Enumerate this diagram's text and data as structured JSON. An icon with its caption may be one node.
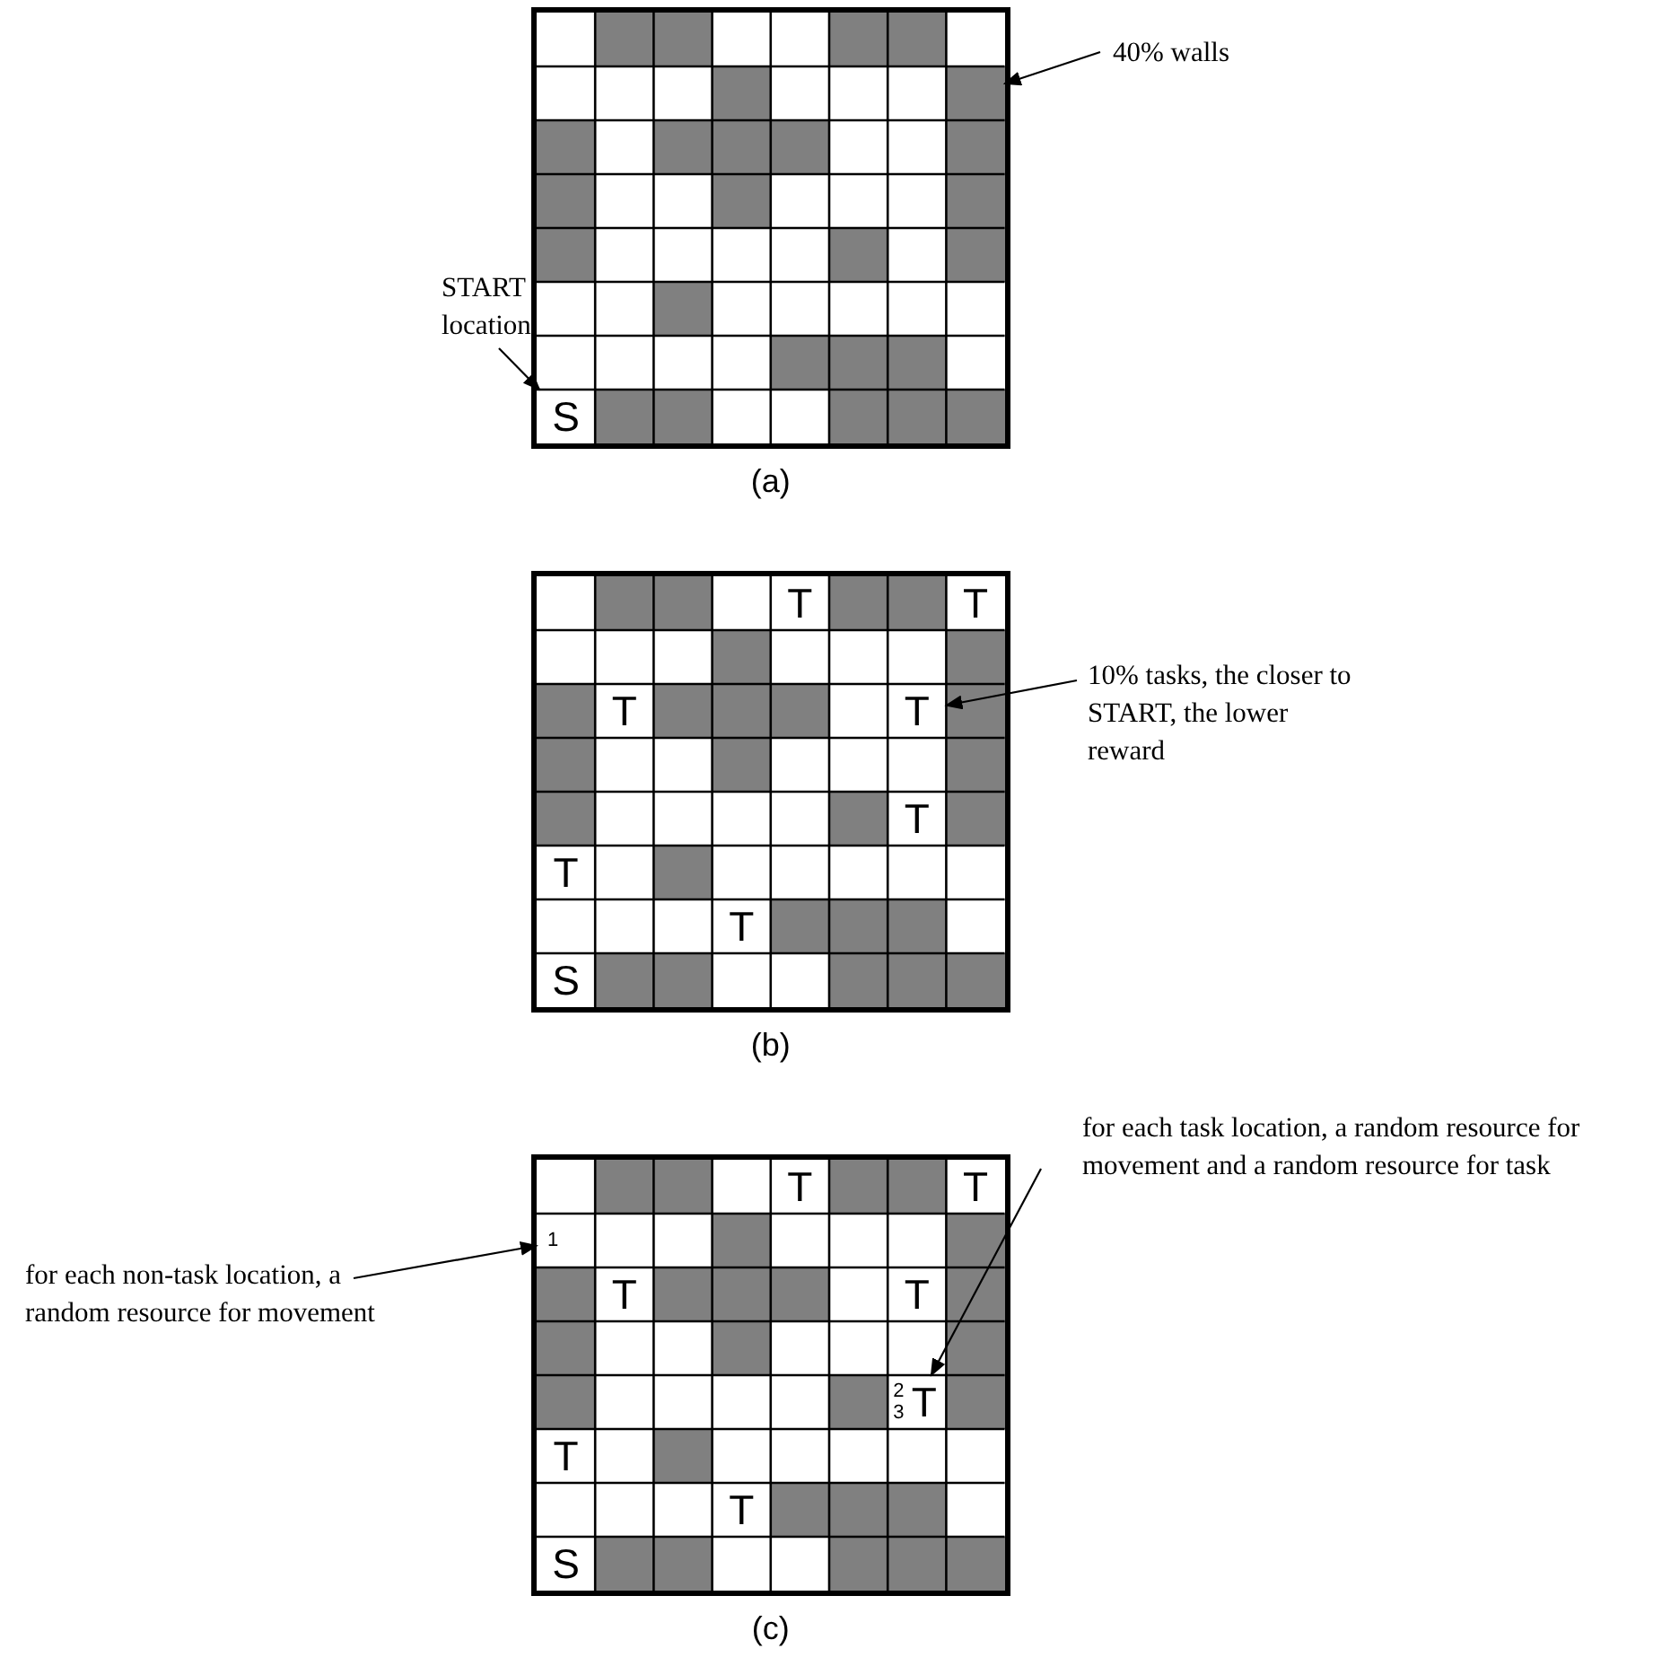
{
  "diagram": {
    "nodes": [
      {
        "text": [],
        "shape": "grid",
        "beside": [
          "(a)"
        ]
      },
      {
        "text": [],
        "shape": "box",
        "in": 0
      },
      {
        "text": [],
        "shape": "box",
        "in": 0
      },
      {
        "text": [],
        "shape": "box",
        "in": 0
      },
      {
        "text": [],
        "shape": "box",
        "in": 0
      },
      {
        "text": [],
        "shape": "box",
        "in": 0
      },
      {
        "text": [],
        "shape": "box",
        "in": 0
      },
      {
        "text": [],
        "shape": "box",
        "in": 0
      },
      {
        "text": [],
        "shape": "box",
        "in": 0
      },
      {
        "text": [],
        "shape": "box",
        "in": 0
      },
      {
        "text": [],
        "shape": "box",
        "in": 0
      },
      {
        "text": [],
        "shape": "box",
        "in": 0
      },
      {
        "text": [],
        "shape": "box",
        "in": 0
      },
      {
        "text": [],
        "shape": "box",
        "in": 0
      },
      {
        "text": [],
        "shape": "box",
        "in": 0
      },
      {
        "text": [],
        "shape": "box",
        "in": 0
      },
      {
        "text": [],
        "shape": "box",
        "in": 0
      },
      {
        "text": [],
        "shape": "box",
        "in": 0
      },
      {
        "text": [],
        "shape": "box",
        "in": 0
      },
      {
        "text": [],
        "shape": "box",
        "in": 0
      },
      {
        "text": [],
        "shape": "box",
        "in": 0
      },
      {
        "text": [],
        "shape": "box",
        "in": 0
      },
      {
        "text": [
          "S"
        ],
        "in": 0
      },
      {
        "text": [],
        "shape": "box",
        "in": 0
      },
      {
        "text": [],
        "shape": "box",
        "in": 0
      },
      {
        "text": [],
        "shape": "box",
        "in": 0
      },
      {
        "text": [],
        "shape": "box",
        "in": 0
      },
      {
        "text": [],
        "shape": "box",
        "in": 0
      },
      {
        "text": [
          "40% walls"
        ]
      },
      {
        "text": [
          "START location"
        ]
      },
      {
        "text": [],
        "shape": "grid",
        "beside": [
          "(b)"
        ]
      },
      {
        "text": [],
        "shape": "box",
        "in": 30
      },
      {
        "text": [],
        "shape": "box",
        "in": 30
      },
      {
        "text": [
          "T"
        ],
        "in": 30
      },
      {
        "text": [],
        "shape": "box",
        "in": 30
      },
      {
        "text": [],
        "shape": "box",
        "in": 30
      },
      {
        "text": [
          "T"
        ],
        "in": 30
      },
      {
        "text": [],
        "shape": "box",
        "in": 30
      },
      {
        "text": [],
        "shape": "box",
        "in": 30
      },
      {
        "text": [],
        "shape": "box",
        "in": 30
      },
      {
        "text": [
          "T"
        ],
        "in": 30
      },
      {
        "text": [],
        "shape": "box",
        "in": 30
      },
      {
        "text": [],
        "shape": "box",
        "in": 30
      },
      {
        "text": [],
        "shape": "box",
        "in": 30
      },
      {
        "text": [
          "T"
        ],
        "in": 30
      },
      {
        "text": [],
        "shape": "box",
        "in": 30
      },
      {
        "text": [],
        "shape": "box",
        "in": 30
      },
      {
        "text": [],
        "shape": "box",
        "in": 30
      },
      {
        "text": [],
        "shape": "box",
        "in": 30
      },
      {
        "text": [],
        "shape": "box",
        "in": 30
      },
      {
        "text": [],
        "shape": "box",
        "in": 30
      },
      {
        "text": [
          "T"
        ],
        "in": 30
      },
      {
        "text": [],
        "shape": "box",
        "in": 30
      },
      {
        "text": [
          "T"
        ],
        "in": 30
      },
      {
        "text": [],
        "shape": "box",
        "in": 30
      },
      {
        "text": [
          "T"
        ],
        "in": 30
      },
      {
        "text": [],
        "shape": "box",
        "in": 30
      },
      {
        "text": [],
        "shape": "box",
        "in": 30
      },
      {
        "text": [],
        "shape": "box",
        "in": 30
      },
      {
        "text": [
          "S"
        ],
        "in": 30
      },
      {
        "text": [],
        "shape": "box",
        "in": 30
      },
      {
        "text": [],
        "shape": "box",
        "in": 30
      },
      {
        "text": [],
        "shape": "box",
        "in": 30
      },
      {
        "text": [],
        "shape": "box",
        "in": 30
      },
      {
        "text": [],
        "shape": "box",
        "in": 30
      },
      {
        "text": [
          "10% tasks, the closer to START, the lower reward"
        ]
      },
      {
        "text": [],
        "shape": "grid",
        "beside": [
          "(c)"
        ]
      },
      {
        "text": [],
        "shape": "box",
        "in": 66
      },
      {
        "text": [],
        "shape": "box",
        "in": 66
      },
      {
        "text": [
          "T"
        ],
        "in": 66
      },
      {
        "text": [],
        "shape": "box",
        "in": 66
      },
      {
        "text": [],
        "shape": "box",
        "in": 66
      },
      {
        "text": [
          "T"
        ],
        "in": 66
      },
      {
        "text": [
          "1"
        ],
        "in": 66
      },
      {
        "text": [],
        "shape": "box",
        "in": 66
      },
      {
        "text": [],
        "shape": "box",
        "in": 66
      },
      {
        "text": [],
        "shape": "box",
        "in": 66
      },
      {
        "text": [
          "T"
        ],
        "in": 66
      },
      {
        "text": [],
        "shape": "box",
        "in": 66
      },
      {
        "text": [],
        "shape": "box",
        "in": 66
      },
      {
        "text": [],
        "shape": "box",
        "in": 66
      },
      {
        "text": [
          "T"
        ],
        "in": 66
      },
      {
        "text": [],
        "shape": "box",
        "in": 66
      },
      {
        "text": [],
        "shape": "box",
        "in": 66
      },
      {
        "text": [],
        "shape": "box",
        "in": 66
      },
      {
        "text": [],
        "shape": "box",
        "in": 66
      },
      {
        "text": [],
        "shape": "box",
        "in": 66
      },
      {
        "text": [],
        "shape": "box",
        "in": 66
      },
      {
        "text": [
          "2",
          "3",
          "T"
        ],
        "in": 66
      },
      {
        "text": [],
        "shape": "box",
        "in": 66
      },
      {
        "text": [
          "T"
        ],
        "in": 66
      },
      {
        "text": [],
        "shape": "box",
        "in": 66
      },
      {
        "text": [
          "T"
        ],
        "in": 66
      },
      {
        "text": [],
        "shape": "box",
        "in": 66
      },
      {
        "text": [],
        "shape": "box",
        "in": 66
      },
      {
        "text": [],
        "shape": "box",
        "in": 66
      },
      {
        "text": [
          "S"
        ],
        "in": 66
      },
      {
        "text": [],
        "shape": "box",
        "in": 66
      },
      {
        "text": [],
        "shape": "box",
        "in": 66
      },
      {
        "text": [],
        "shape": "box",
        "in": 66
      },
      {
        "text": [],
        "shape": "box",
        "in": 66
      },
      {
        "text": [],
        "shape": "box",
        "in": 66
      },
      {
        "text": [
          "for each non-task location, a random resource for movement"
        ]
      },
      {
        "text": [
          "for each task location, a random resource for movement and a random resource for task"
        ]
      }
    ],
    "edges": [
      {
        "from": 28,
        "to": 6,
        "arrow": "to"
      },
      {
        "from": 29,
        "to": 22,
        "arrow": "to"
      },
      {
        "from": 65,
        "to": 44,
        "arrow": "to"
      },
      {
        "from": 102,
        "to": 73,
        "arrow": "to"
      },
      {
        "from": 103,
        "to": 88,
        "arrow": "to"
      }
    ]
  }
}
